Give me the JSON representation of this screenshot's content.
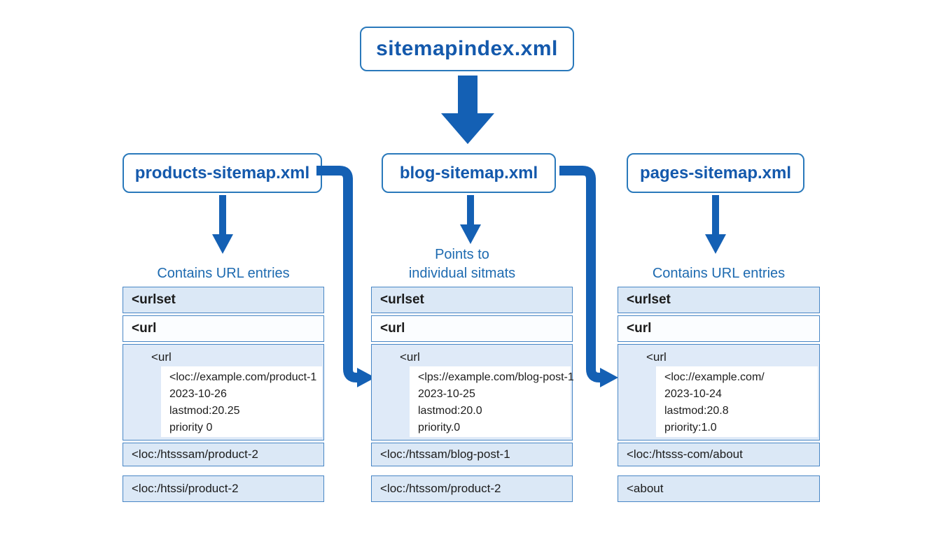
{
  "diagram": {
    "root_label": "sitemapindex.xml",
    "colors": {
      "accent_arrow_blue": "#1460b4",
      "box_border_blue": "#2a79bb",
      "box_text_blue": "#1459ac",
      "caption_blue": "#1d6ab0",
      "row_background": "#dbe8f6",
      "section_background": "#dfeaf8",
      "row_border": "#4886c5",
      "panel_text": "#1c1c1c"
    },
    "branches": [
      {
        "box_label": "products-sitemap.xml",
        "caption_lines": [
          "Contains URL entries"
        ],
        "panel": {
          "row_urlset": "<urlset",
          "row_url": "<url",
          "block_tag": "<url",
          "block_lines": [
            "<loc://example.com/product-1",
            "2023-10-26",
            "lastmod:20.25",
            "priority 0"
          ],
          "row_loc": "<loc:/htsssam/product-2",
          "row_extra": "<loc:/htssi/product-2"
        }
      },
      {
        "box_label": "blog-sitemap.xml",
        "caption_lines": [
          "Points to",
          "individual sitmats"
        ],
        "panel": {
          "row_urlset": "<urlset",
          "row_url": "<url",
          "block_tag": "<url",
          "block_lines": [
            "<lps://example.com/blog-post-1",
            "2023-10-25",
            "lastmod:20.0",
            "priority.0"
          ],
          "row_loc": "<loc:/htssam/blog-post-1",
          "row_extra": "<loc:/htssom/product-2"
        }
      },
      {
        "box_label": "pages-sitemap.xml",
        "caption_lines": [
          "Contains URL entries"
        ],
        "panel": {
          "row_urlset": "<urlset",
          "row_url": "<url",
          "block_tag": "<url",
          "block_lines": [
            "<loc://example.com/",
            "2023-10-24",
            "lastmod:20.8",
            "priority:1.0"
          ],
          "row_loc": "<loc:/htsss-com/about",
          "row_extra": "<about"
        }
      }
    ]
  }
}
